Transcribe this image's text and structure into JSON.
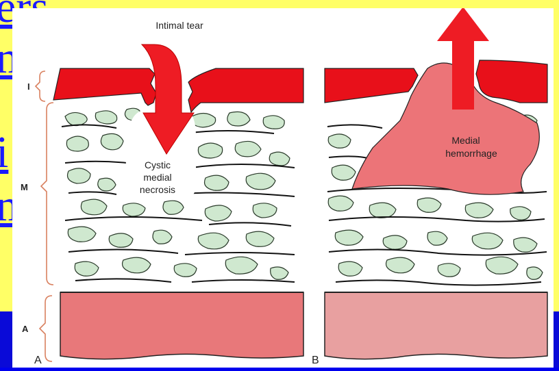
{
  "slide": {
    "text_lines": [
      "ers",
      "m",
      "i",
      "m",
      "",
      ""
    ],
    "colors": {
      "yellow": "#ffff66",
      "blue": "#0a0ad8",
      "text_blue": "#1a1aff"
    }
  },
  "figure": {
    "panel_a": {
      "letter": "A",
      "top_label": "Intimal tear",
      "lesion_label": [
        "Cystic",
        "medial",
        "necrosis"
      ],
      "layer_labels": {
        "intima": "I",
        "media": "M",
        "adventitia": "A"
      }
    },
    "panel_b": {
      "letter": "B",
      "lesion_label": [
        "Medial",
        "hemorrhage"
      ]
    },
    "colors": {
      "intima": "#e8101a",
      "adventitia": "#e8787a",
      "hemorrhage": "#ec7478",
      "media_cell": "#cfe8cf",
      "arrow": "#ee1c24",
      "bracket": "#d9805f"
    }
  }
}
